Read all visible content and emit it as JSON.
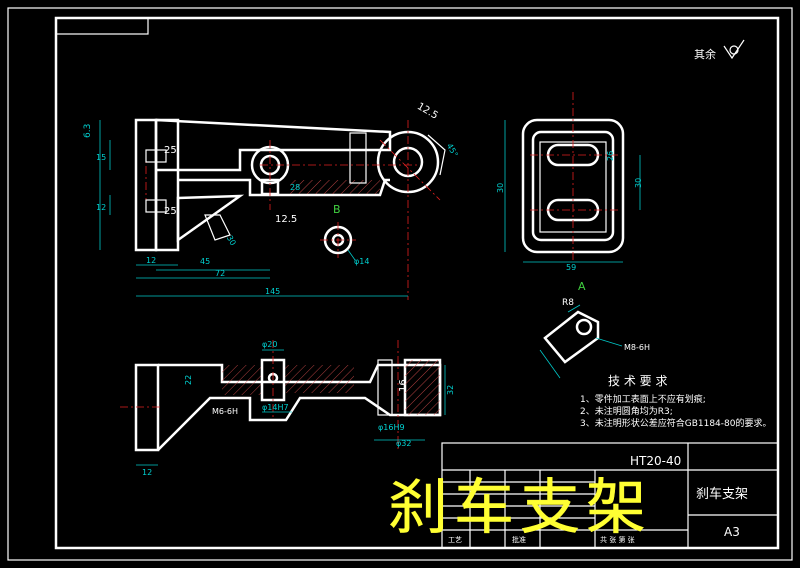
{
  "drawing": {
    "title": "刹车支架",
    "sheet_size": "A3",
    "material_code": "HT20-40",
    "roughness_note": "其余",
    "technical_requirements": {
      "heading": "技 术 要 求",
      "items": [
        "1、零件加工表面上不应有划痕;",
        "2、未注明圆角均为R3;",
        "3、未注明形状公差应符合GB1184-80的要求。"
      ]
    },
    "view_labels": {
      "b": "B",
      "a": "A"
    },
    "title_block": {
      "process": "工艺",
      "approve": "批准",
      "sheets": "共  张 第 张"
    },
    "dimensions": {
      "front": [
        "6.3",
        "25",
        "25",
        "12.5",
        "12.5",
        "45",
        "72",
        "145",
        "12",
        "15",
        "12",
        "30",
        "45°",
        "28",
        "φ14"
      ],
      "side": [
        "30",
        "26",
        "30",
        "59"
      ],
      "bottom": [
        "φ20",
        "22",
        "φ14H7",
        "M6-6H",
        "φ16H9",
        "φ32",
        "16",
        "32",
        "12"
      ],
      "detail_a": [
        "R8",
        "M8-6H"
      ]
    }
  }
}
